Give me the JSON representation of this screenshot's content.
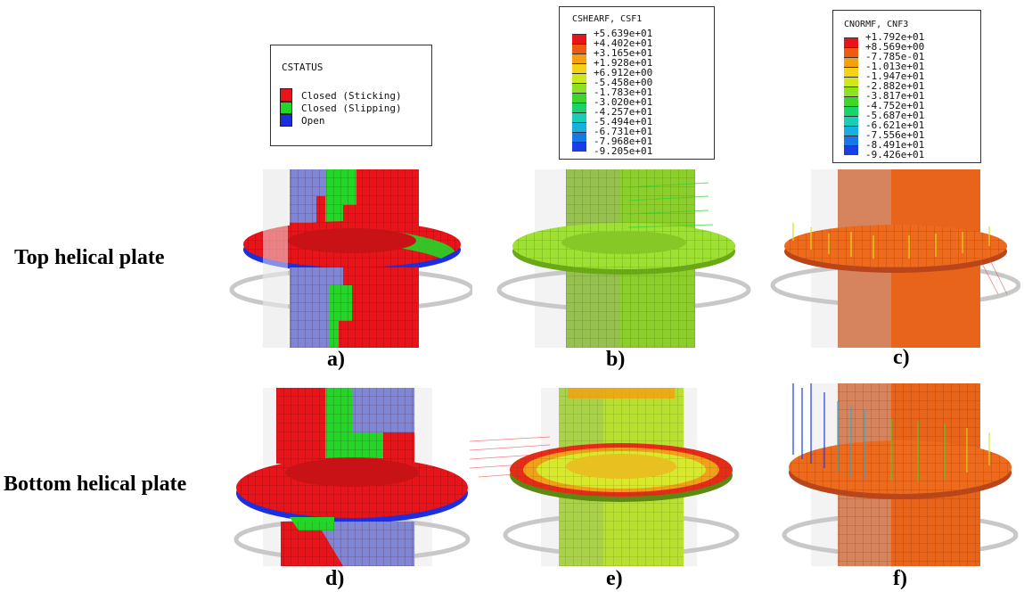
{
  "row_labels": {
    "top": "Top helical plate",
    "bottom": "Bottom helical plate"
  },
  "panel_labels": {
    "a": "a)",
    "b": "b)",
    "c": "c)",
    "d": "d)",
    "e": "e)",
    "f": "f)"
  },
  "legend_status": {
    "title": "CSTATUS",
    "entries": [
      {
        "label": "Closed (Sticking)",
        "color": "#e8141a"
      },
      {
        "label": "Closed (Slipping)",
        "color": "#22d628"
      },
      {
        "label": "Open",
        "color": "#1a2fe0"
      }
    ]
  },
  "legend_shear": {
    "title": "CSHEARF, CSF1",
    "values": [
      "+5.639e+01",
      "+4.402e+01",
      "+3.165e+01",
      "+1.928e+01",
      "+6.912e+00",
      "-5.458e+00",
      "-1.783e+01",
      "-3.020e+01",
      "-4.257e+01",
      "-5.494e+01",
      "-6.731e+01",
      "-7.968e+01",
      "-9.205e+01"
    ]
  },
  "legend_normal": {
    "title": "CNORMF, CNF3",
    "values": [
      "+1.792e+01",
      "+8.569e+00",
      "-7.785e-01",
      "-1.013e+01",
      "-1.947e+01",
      "-2.882e+01",
      "-3.817e+01",
      "-4.752e+01",
      "-5.687e+01",
      "-6.621e+01",
      "-7.556e+01",
      "-8.491e+01",
      "-9.426e+01"
    ]
  },
  "colorbar": [
    "#e8141a",
    "#ee5a10",
    "#f4a010",
    "#f5d21a",
    "#cfe81e",
    "#8ee21f",
    "#3fd62a",
    "#18d46a",
    "#18cfb5",
    "#18b0e0",
    "#1878e8",
    "#1a3ee6"
  ]
}
